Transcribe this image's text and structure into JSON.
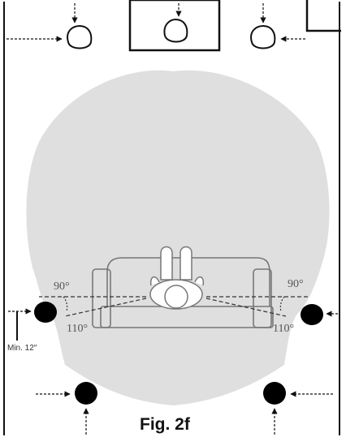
{
  "figure": {
    "caption": "Fig. 2f",
    "angles": {
      "left_upper": "90°",
      "left_lower": "110°",
      "right_upper": "90°",
      "right_lower": "110°"
    },
    "min_distance_label": "Min. 12″"
  },
  "colors": {
    "coverage_area": "#dfdfdf",
    "line": "#111111",
    "speaker_fill": "#000000",
    "furniture_stroke": "#777777",
    "angle_text": "#555555"
  }
}
